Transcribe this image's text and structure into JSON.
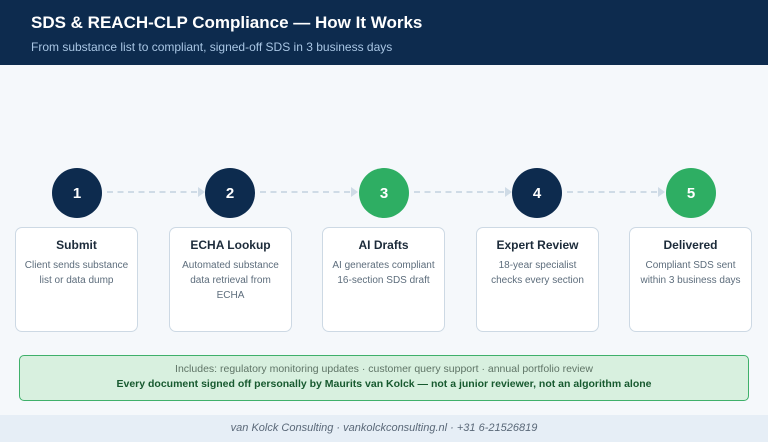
{
  "header": {
    "title": "SDS & REACH-CLP Compliance — How It Works",
    "subtitle": "From substance list to compliant, signed-off SDS in 3 business days"
  },
  "steps": [
    {
      "number": "1",
      "title": "Submit",
      "description": "Client sends substance list or data dump",
      "color": "#0d2b4e"
    },
    {
      "number": "2",
      "title": "ECHA Lookup",
      "description": "Automated substance data retrieval from ECHA",
      "color": "#0d2b4e"
    },
    {
      "number": "3",
      "title": "AI Drafts",
      "description": "AI generates compliant 16-section SDS draft",
      "color": "#2eae63"
    },
    {
      "number": "4",
      "title": "Expert Review",
      "description": "18-year specialist checks every section",
      "color": "#0d2b4e"
    },
    {
      "number": "5",
      "title": "Delivered",
      "description": "Compliant SDS sent within 3 business days",
      "color": "#2eae63"
    }
  ],
  "banner": {
    "includes": "Includes: regulatory monitoring updates · customer query support · annual portfolio review",
    "signoff": "Every document signed off personally by Maurits van Kolck — not a junior reviewer, not an algorithm alone"
  },
  "footer": {
    "text": "van Kolck Consulting · vankolckconsulting.nl · +31 6-21526819"
  }
}
